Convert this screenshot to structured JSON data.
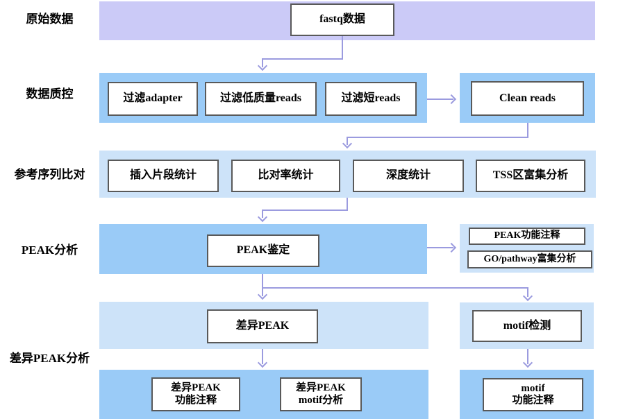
{
  "side_labels": [
    {
      "label": "原始数据"
    },
    {
      "label": "数据质控"
    },
    {
      "label": "参考序列比对"
    },
    {
      "label": "PEAK分析"
    },
    {
      "label": "差异PEAK分析"
    }
  ],
  "nodes": {
    "fastq": {
      "label": "fastq数据"
    },
    "filter_adapter": {
      "label": "过滤adapter"
    },
    "filter_low_quality_reads": {
      "label": "过滤低质量reads"
    },
    "filter_short_reads": {
      "label": "过滤短reads"
    },
    "clean_reads": {
      "label": "Clean reads"
    },
    "insert_fragment_stats": {
      "label": "插入片段统计"
    },
    "mapping_rate_stats": {
      "label": "比对率统计"
    },
    "depth_stats": {
      "label": "深度统计"
    },
    "tss_enrichment": {
      "label": "TSS区富集分析"
    },
    "peak_identification": {
      "label": "PEAK鉴定"
    },
    "peak_function_annotation": {
      "label": "PEAK功能注释"
    },
    "go_pathway_enrichment": {
      "label": "GO/pathway富集分析"
    },
    "diff_peak": {
      "label": "差异PEAK"
    },
    "motif_detection": {
      "label": "motif检测"
    },
    "diff_peak_function_annotation": {
      "line1": "差异PEAK",
      "line2": "功能注释"
    },
    "diff_peak_motif_analysis": {
      "line1": "差异PEAK",
      "line2": "motif分析"
    },
    "motif_function_annotation": {
      "line1": "motif",
      "line2": "功能注释"
    }
  },
  "colors": {
    "band_purple": "#cbcaf7",
    "band_blue": "#9acbf7",
    "band_light_blue": "#cde3f9",
    "connector": "#9b9bdf",
    "box_border": "#595959",
    "box_fill": "#ffffff",
    "text": "#000000"
  }
}
